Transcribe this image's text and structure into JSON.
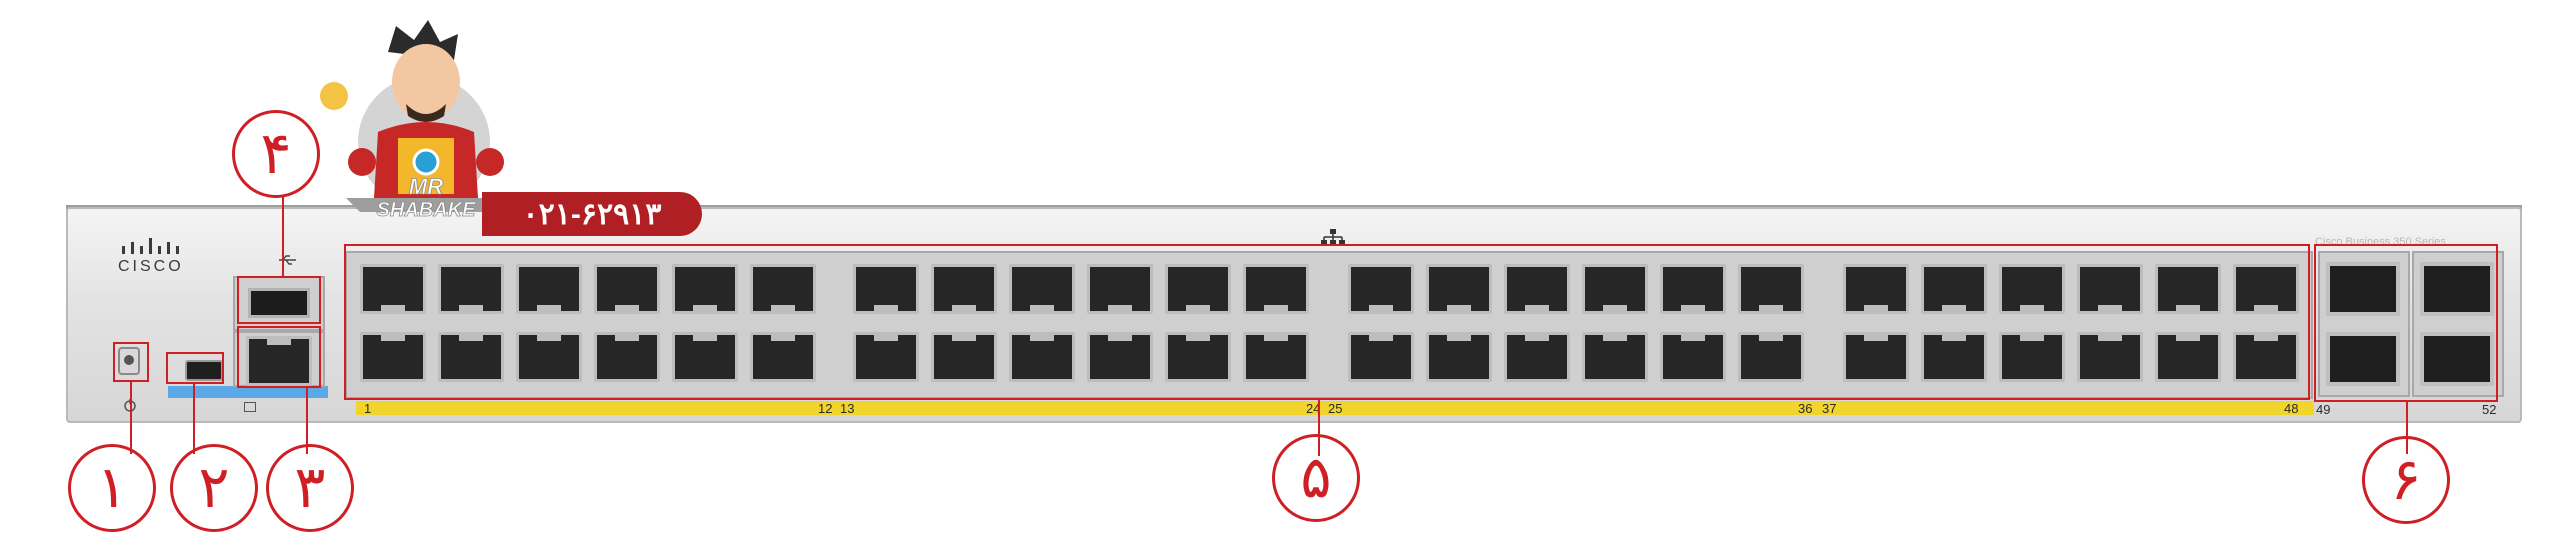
{
  "brand": {
    "name": "CISCO"
  },
  "watermark": {
    "phone": "۰۲۱-۶۲۹۱۳",
    "logo_text": "MR SHABAKE"
  },
  "series_label": "Cisco Business 350 Series",
  "port_numbers": {
    "n1": "1",
    "n12": "12",
    "n13": "13",
    "n24": "24",
    "n25": "25",
    "n36": "36",
    "n37": "37",
    "n48": "48",
    "n49": "49",
    "n52": "52"
  },
  "callouts": {
    "c1": "۱",
    "c2": "۲",
    "c3": "۳",
    "c4": "۴",
    "c5": "۵",
    "c6": "۶"
  },
  "colors": {
    "callout_red": "#d01f24",
    "led_yellow": "#f2d52c",
    "usb_blue": "#5aa9e6"
  }
}
